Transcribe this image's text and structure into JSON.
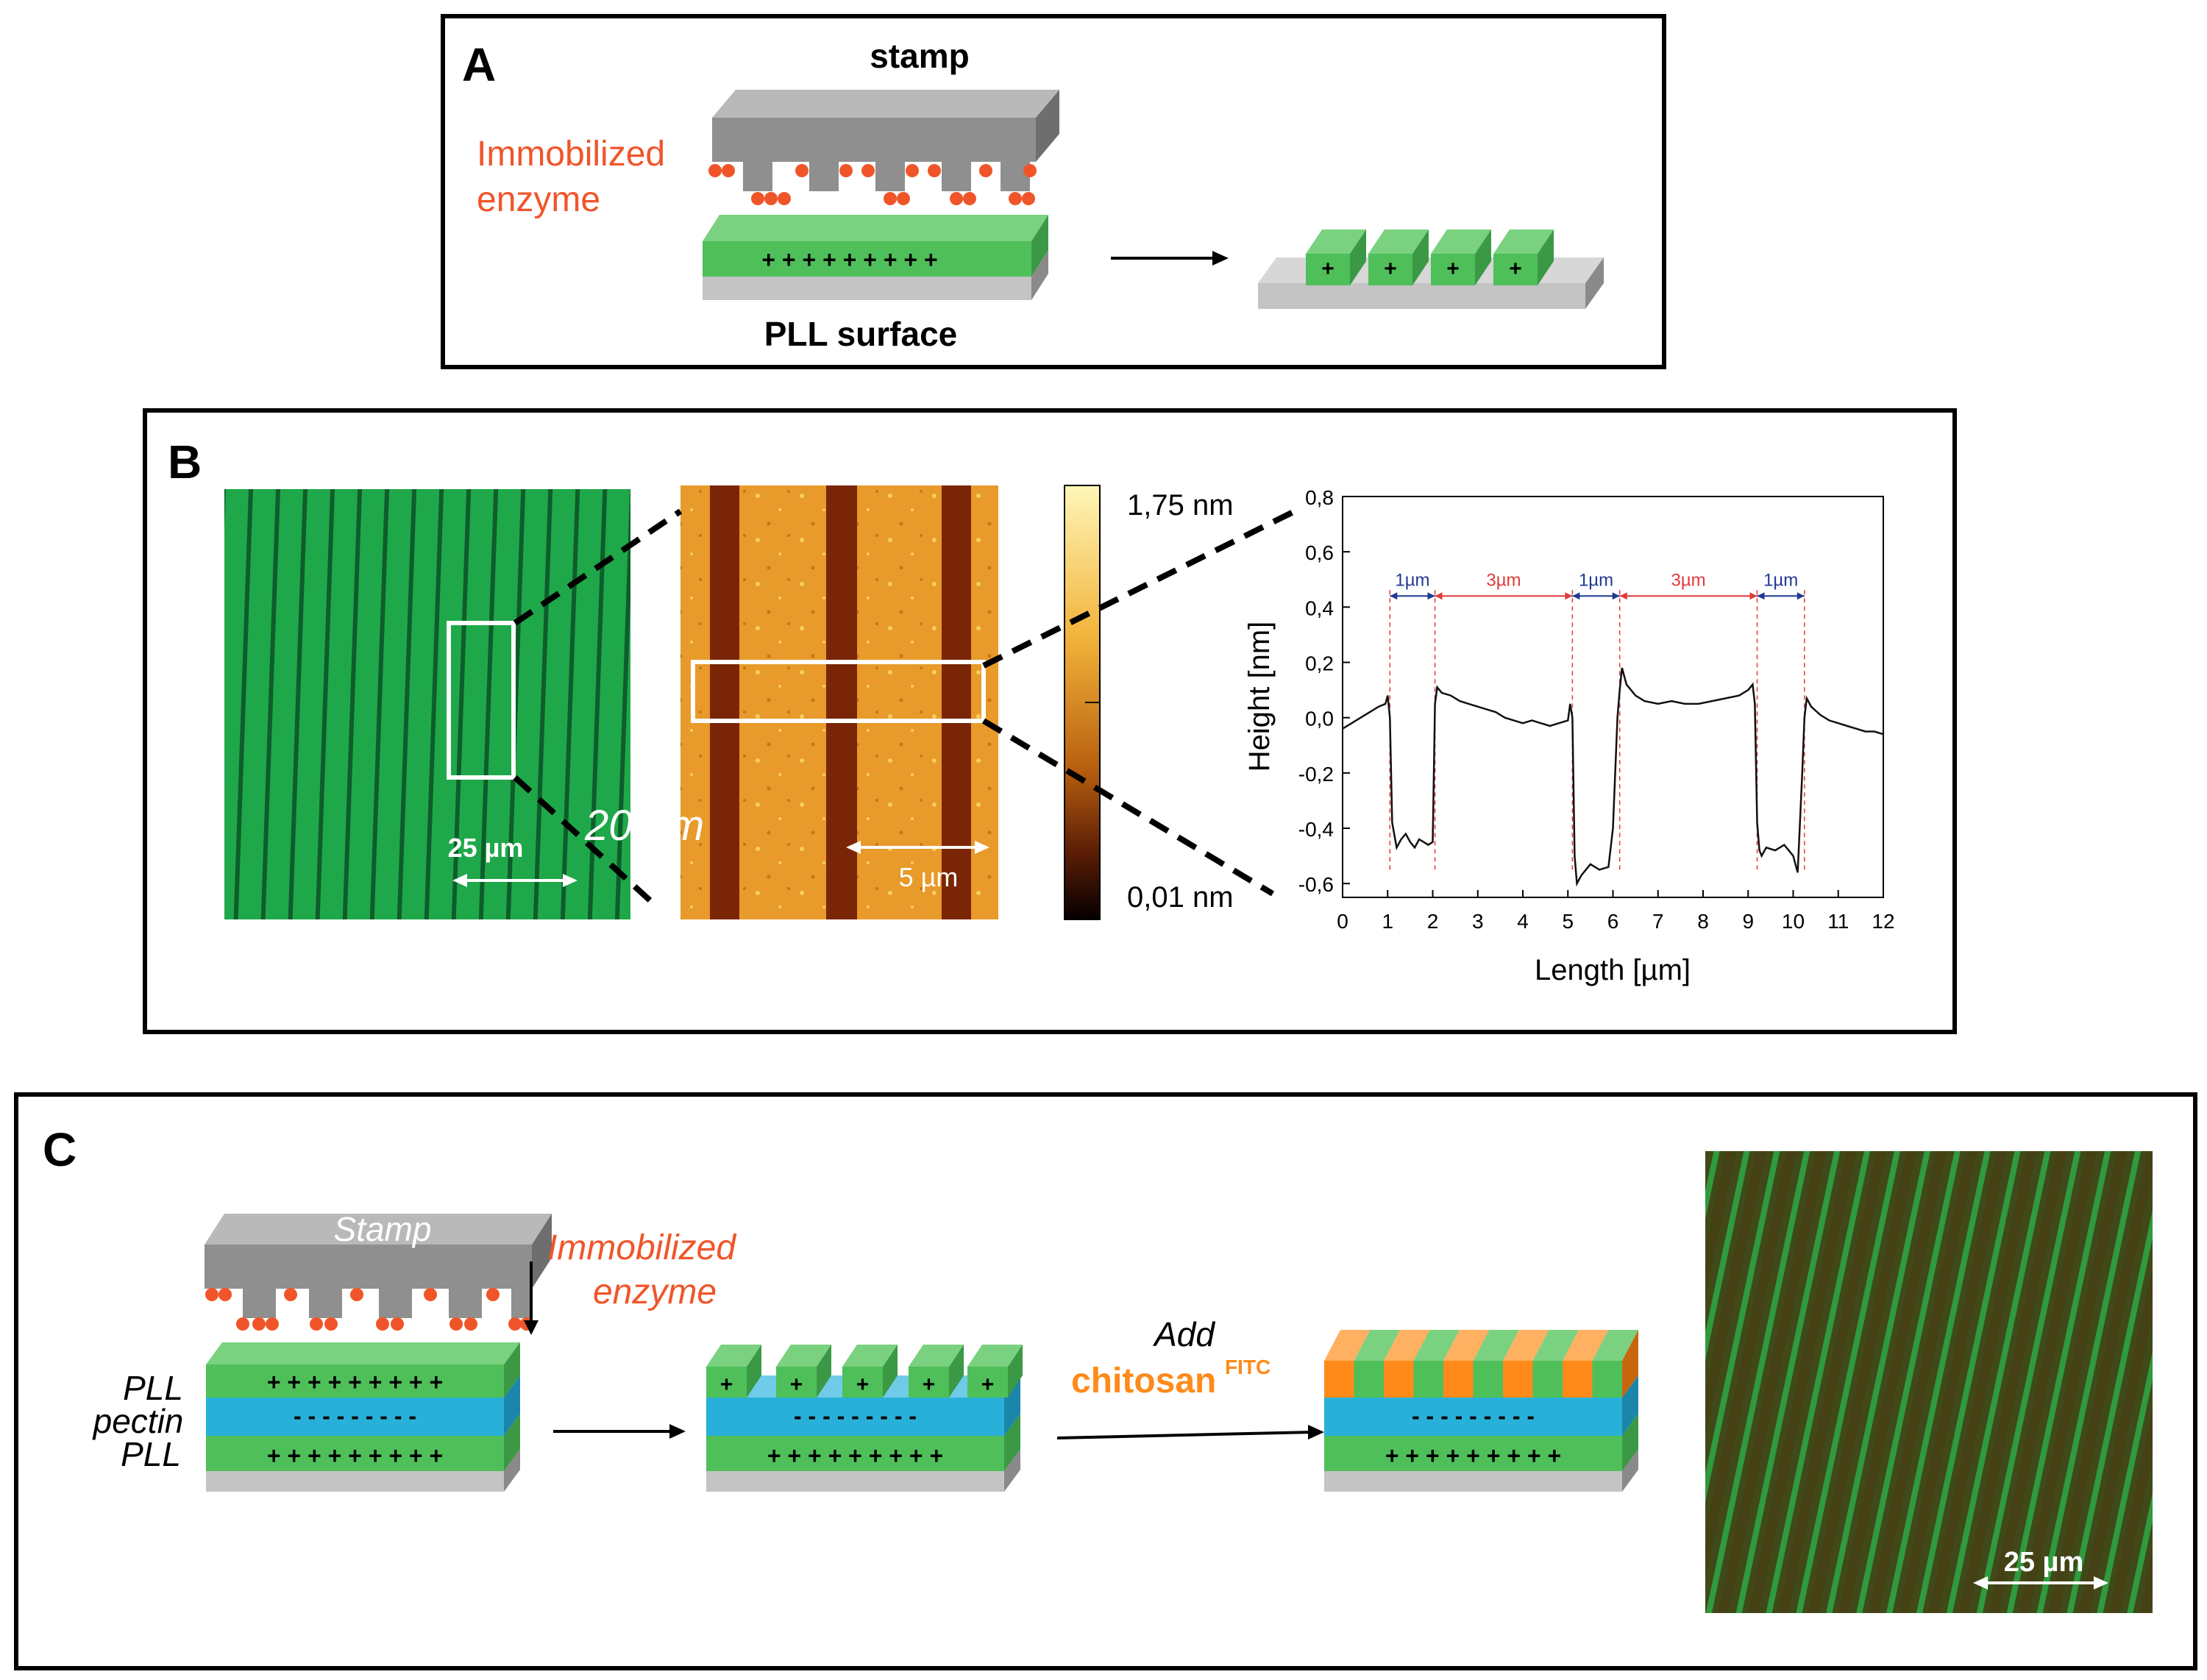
{
  "panel_a": {
    "letter": "A",
    "stamp_label": "stamp",
    "enzyme_label_line1": "Immobilized",
    "enzyme_label_line2": "enzyme",
    "surface_label": "PLL surface",
    "surface_charges": "+ + + + + + + + +",
    "strip_charge": "+"
  },
  "panel_b": {
    "letter": "B",
    "green_scale_label": "25 µm",
    "overlay_label": "20 µm",
    "afm_scale_label": "5 µm",
    "colorbar_max": "1,75 nm",
    "colorbar_min": "0,01 nm"
  },
  "panel_c": {
    "letter": "C",
    "stamp_label": "Stamp",
    "enzyme_label_line1": "Immobilized",
    "enzyme_label_line2": "enzyme",
    "layer_pll_top": "PLL",
    "layer_pectin": "pectin",
    "layer_pll_bottom": "PLL",
    "plus_row": "+ + + + + + + + +",
    "minus_row": "- - - - - - - - -",
    "add_label": "Add",
    "chitosan_label": "chitosan",
    "chitosan_sup": "FITC",
    "fluor_scale_label": "25 µm"
  },
  "colors": {
    "stamp_gray": "#8a8a8a",
    "enzyme_red": "#f0552a",
    "pll_green": "#4fbf5a",
    "pectin_blue": "#29b0d8",
    "chitosan_orange": "#ff8a1a",
    "substrate_gray": "#c4c4c4"
  },
  "chart_data": {
    "type": "line",
    "xlabel": "Length [µm]",
    "ylabel": "Height [nm]",
    "xlim": [
      0,
      12
    ],
    "ylim": [
      -0.65,
      0.8
    ],
    "xticks": [
      0,
      1,
      2,
      3,
      4,
      5,
      6,
      7,
      8,
      9,
      10,
      11,
      12
    ],
    "yticks": [
      -0.6,
      -0.4,
      -0.2,
      0.0,
      0.2,
      0.4,
      0.6,
      0.8
    ],
    "xtick_labels": [
      "0",
      "1",
      "2",
      "3",
      "4",
      "5",
      "6",
      "7",
      "8",
      "9",
      "10",
      "11",
      "12"
    ],
    "ytick_labels": [
      "-0,6",
      "-0,4",
      "-0,2",
      "0,0",
      "0,2",
      "0,4",
      "0,6",
      "0,8"
    ],
    "annotations": [
      {
        "text": "1µm",
        "x_from": 1.05,
        "x_to": 2.05,
        "color": "#1f3a93"
      },
      {
        "text": "3µm",
        "x_from": 2.05,
        "x_to": 5.1,
        "color": "#e03a3a"
      },
      {
        "text": "1µm",
        "x_from": 5.1,
        "x_to": 6.15,
        "color": "#1f3a93"
      },
      {
        "text": "3µm",
        "x_from": 6.15,
        "x_to": 9.2,
        "color": "#e03a3a"
      },
      {
        "text": "1µm",
        "x_from": 9.2,
        "x_to": 10.25,
        "color": "#1f3a93"
      }
    ],
    "annotation_y": 0.44,
    "series": [
      {
        "x": [
          0,
          0.2,
          0.4,
          0.6,
          0.8,
          0.95,
          1.0,
          1.05,
          1.1,
          1.2,
          1.3,
          1.4,
          1.5,
          1.6,
          1.7,
          1.8,
          1.9,
          2.0,
          2.05,
          2.1,
          2.2,
          2.4,
          2.6,
          2.8,
          3.0,
          3.2,
          3.4,
          3.6,
          3.8,
          4.0,
          4.2,
          4.4,
          4.6,
          4.8,
          5.0,
          5.05,
          5.1,
          5.15,
          5.2,
          5.3,
          5.5,
          5.7,
          5.9,
          6.0,
          6.1,
          6.15,
          6.2,
          6.3,
          6.5,
          6.7,
          7.0,
          7.3,
          7.6,
          7.9,
          8.2,
          8.5,
          8.8,
          9.0,
          9.1,
          9.15,
          9.2,
          9.25,
          9.3,
          9.4,
          9.6,
          9.8,
          10.0,
          10.1,
          10.2,
          10.25,
          10.3,
          10.4,
          10.6,
          10.8,
          11.0,
          11.2,
          11.4,
          11.6,
          11.8,
          12.0
        ],
        "y": [
          -0.04,
          -0.02,
          0.0,
          0.02,
          0.04,
          0.05,
          0.08,
          0.0,
          -0.38,
          -0.47,
          -0.44,
          -0.42,
          -0.45,
          -0.47,
          -0.44,
          -0.45,
          -0.46,
          -0.45,
          0.05,
          0.11,
          0.09,
          0.08,
          0.06,
          0.05,
          0.04,
          0.03,
          0.02,
          0.0,
          -0.01,
          -0.02,
          -0.01,
          -0.02,
          -0.03,
          -0.02,
          -0.01,
          0.05,
          0.0,
          -0.5,
          -0.6,
          -0.57,
          -0.53,
          -0.55,
          -0.54,
          -0.4,
          0.0,
          0.1,
          0.18,
          0.12,
          0.08,
          0.06,
          0.05,
          0.06,
          0.05,
          0.05,
          0.06,
          0.07,
          0.08,
          0.1,
          0.12,
          0.05,
          -0.38,
          -0.48,
          -0.5,
          -0.47,
          -0.48,
          -0.46,
          -0.5,
          -0.56,
          -0.2,
          0.0,
          0.07,
          0.04,
          0.01,
          -0.01,
          -0.02,
          -0.03,
          -0.04,
          -0.05,
          -0.05,
          -0.06
        ]
      }
    ]
  }
}
